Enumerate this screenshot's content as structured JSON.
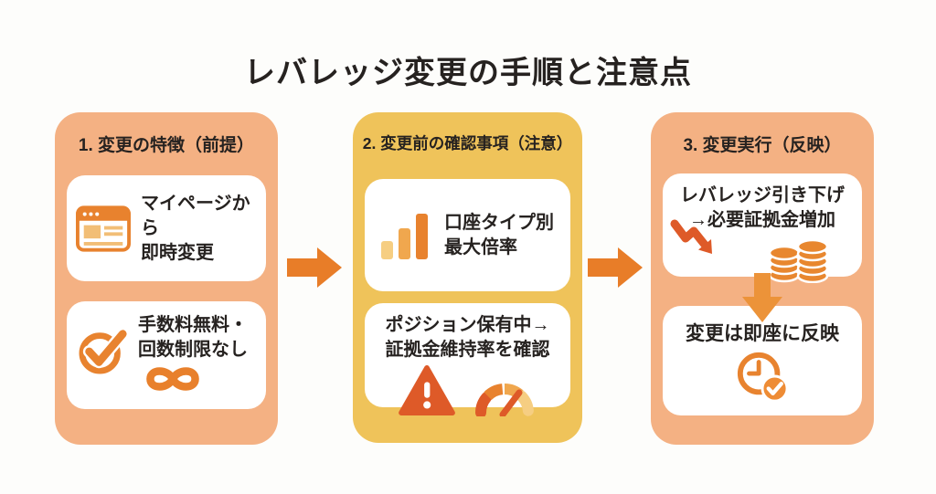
{
  "title": "レバレッジ変更の手順と注意点",
  "colors": {
    "panel_peach": "#F4B183",
    "panel_gold": "#EFC35A",
    "card_bg": "#FFFFFF",
    "text_dark": "#262220",
    "accent_orange": "#E8832F",
    "alert_red_orange": "#DE5A28",
    "flow_arrow_orange": "#E87D28"
  },
  "icons": {
    "browser-window-icon": "webpage window",
    "check-circle-icon": "circled checkmark",
    "infinity-icon": "infinity loop",
    "bar-chart-icon": "ascending bar chart",
    "warning-triangle-icon": "warning triangle with exclamation",
    "gauge-icon": "speedometer gauge with needle",
    "trend-down-arrow-icon": "zigzag downward trend arrow",
    "coin-stacks-icon": "two stacks of coins",
    "clock-check-icon": "clock with checkmark badge",
    "flow-arrow-right": "solid right block arrow",
    "flow-arrow-down": "solid down block arrow"
  },
  "columns": [
    {
      "header": "1. 変更の特徴（前提）",
      "cards": [
        {
          "icon": "browser-window-icon",
          "lines": [
            "マイページから",
            "即時変更"
          ]
        },
        {
          "icon": "check-circle-icon",
          "extra_icon": "infinity-icon",
          "lines": [
            "手数料無料・",
            "回数制限なし"
          ]
        }
      ]
    },
    {
      "header": "2. 変更前の確認事項（注意）",
      "cards": [
        {
          "icon": "bar-chart-icon",
          "lines": [
            "口座タイプ別",
            "最大倍率"
          ]
        },
        {
          "icons": [
            "warning-triangle-icon",
            "gauge-icon"
          ],
          "lines": [
            "ポジション保有中→",
            "証拠金維持率を確認"
          ]
        }
      ]
    },
    {
      "header": "3. 変更実行（反映）",
      "cards": [
        {
          "icons": [
            "trend-down-arrow-icon",
            "coin-stacks-icon"
          ],
          "lines": [
            "レバレッジ引き下げ",
            "→必要証拠金増加"
          ]
        },
        {
          "icon": "clock-check-icon",
          "lines": [
            "変更は即座に反映"
          ]
        }
      ]
    }
  ]
}
